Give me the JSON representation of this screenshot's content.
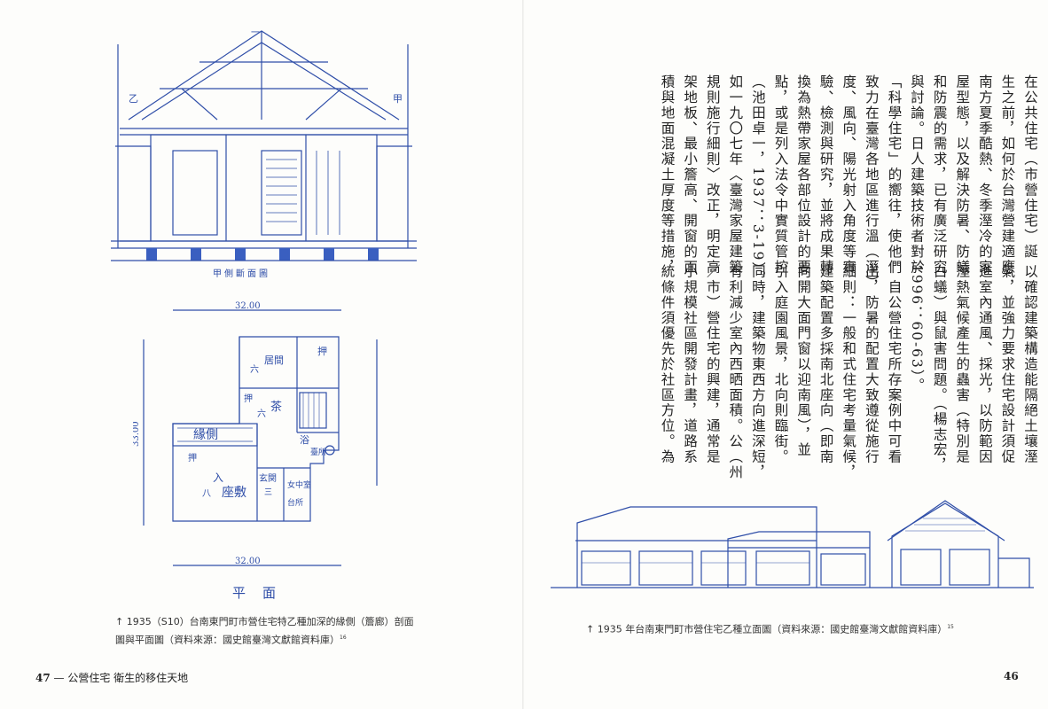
{
  "left_page": {
    "figure_caption_lines": [
      "↑ 1935（S10）台南東門町市營住宅特乙種加深的緣側（簷廊）剖面",
      "圖與平面圖（資料來源：國史館臺灣文獻館資料庫）"
    ],
    "figure_caption_note": "16",
    "folio": {
      "page_number": "47",
      "dash": "—",
      "running_title": "公營住宅 衛生的移住天地"
    },
    "section_drawing": {
      "section_mark": "一",
      "bottom_label": "甲側斷面圖",
      "scale_label_right": "甲",
      "scale_label_left": "乙"
    },
    "plan_drawing": {
      "plan_title": "平　面",
      "width_dim": "32.00",
      "depth_dim": "33.00",
      "room_labels": [
        "緣側",
        "居間",
        "六",
        "茶",
        "六",
        "入",
        "座敷",
        "八",
        "押",
        "押",
        "玄関",
        "三",
        "浴",
        "女中室",
        "台所",
        "臺所",
        "押"
      ]
    }
  },
  "right_page": {
    "body_columns": [
      "在公共住宅（市營住宅）誕",
      "生之前，如何於台灣營建適應",
      "南方夏季酷熱、冬季溼冷的家",
      "屋型態，以及解決防暑、防蟻",
      "和防震的需求，已有廣泛研究",
      "與討論。日人建築技術者對於",
      "「科學住宅」的嚮往，使他們",
      "致力在臺灣各地區進行溫（溼）",
      "度、風向、陽光射入角度等實",
      "驗、檢測與研究，並將成果轉",
      "換為熱帶家屋各部位設計的要",
      "點，或是列入法令中實質管控",
      "（池田卓一，1937：3-19）。",
      "如一九〇七年〈臺灣家屋建築",
      "規則施行細則〉改正，明定高",
      "架地板、最小簷高、開窗的面",
      "積與地面混凝土厚度等措施，"
    ],
    "body_columns_bottom": [
      "以確認建築構造能隔絕土壤溼",
      "氣，並強力要求住宅設計須促",
      "進室內通風、採光，以防範因",
      "溼熱氣候產生的蟲害（特別是",
      "白蟻）與鼠害問題。（楊志宏，",
      "1996：60-63）。",
      "　自公營住宅所存案例中可看",
      "出，防暑的配置大致遵從施行",
      "細則：一般和式住宅考量氣候，",
      "建築配置多採南北座向（即南",
      "向開大面門窗以迎南風），並",
      "引入庭園風景，北向則臨街。",
      "同時，建築物東西方向進深短，",
      "有利減少室內西晒面積。公（州",
      "／市）營住宅的興建，通常是",
      "小規模社區開發計畫，道路系",
      "統條件須優先於社區方位。為"
    ],
    "figure_caption_lines": [
      "↑ 1935 年台南東門町市營住宅乙種立面圖（資料來源：國史館臺灣文獻館資料庫）"
    ],
    "figure_caption_note": "15",
    "folio": {
      "page_number": "46"
    }
  },
  "colors": {
    "blueprint": "#2f4ea8",
    "paper": "#fdfdfb",
    "text": "#222222"
  }
}
